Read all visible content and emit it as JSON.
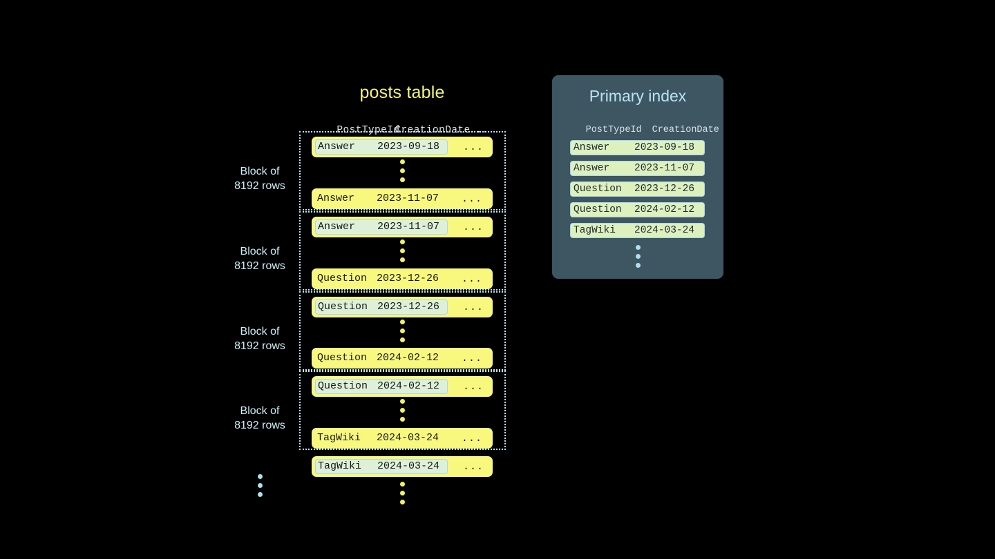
{
  "diagram": {
    "background": "#000000",
    "accent_yellow": "#f9f87e",
    "accent_blue": "#b7e5f5",
    "panel_bg": "#3e5562",
    "key_highlight_bg": "#dff0d8"
  },
  "posts_table": {
    "title": "posts table",
    "columns": [
      "PostTypeId",
      "CreationDate",
      "..."
    ],
    "ellipsis": "...",
    "blocks": [
      {
        "label_line1": "Block of",
        "label_line2": "8192 rows",
        "first_row": {
          "post_type_id": "Answer",
          "creation_date": "2023-09-18",
          "more": "...",
          "is_key": true
        },
        "last_row": {
          "post_type_id": "Answer",
          "creation_date": "2023-11-07",
          "more": "...",
          "is_key": false
        }
      },
      {
        "label_line1": "Block of",
        "label_line2": "8192 rows",
        "first_row": {
          "post_type_id": "Answer",
          "creation_date": "2023-11-07",
          "more": "...",
          "is_key": true
        },
        "last_row": {
          "post_type_id": "Question",
          "creation_date": "2023-12-26",
          "more": "...",
          "is_key": false
        }
      },
      {
        "label_line1": "Block of",
        "label_line2": "8192 rows",
        "first_row": {
          "post_type_id": "Question",
          "creation_date": "2023-12-26",
          "more": "...",
          "is_key": true
        },
        "last_row": {
          "post_type_id": "Question",
          "creation_date": "2024-02-12",
          "more": "...",
          "is_key": false
        }
      },
      {
        "label_line1": "Block of",
        "label_line2": "8192 rows",
        "first_row": {
          "post_type_id": "Question",
          "creation_date": "2024-02-12",
          "more": "...",
          "is_key": true
        },
        "last_row": {
          "post_type_id": "TagWiki",
          "creation_date": "2024-03-24",
          "more": "...",
          "is_key": false
        }
      }
    ],
    "trailing_row": {
      "post_type_id": "TagWiki",
      "creation_date": "2024-03-24",
      "more": "...",
      "is_key": true
    }
  },
  "primary_index": {
    "title": "Primary index",
    "columns": [
      "PostTypeId",
      "CreationDate"
    ],
    "rows": [
      {
        "post_type_id": "Answer",
        "creation_date": "2023-09-18"
      },
      {
        "post_type_id": "Answer",
        "creation_date": "2023-11-07"
      },
      {
        "post_type_id": "Question",
        "creation_date": "2023-12-26"
      },
      {
        "post_type_id": "Question",
        "creation_date": "2024-02-12"
      },
      {
        "post_type_id": "TagWiki",
        "creation_date": "2024-03-24"
      }
    ]
  }
}
